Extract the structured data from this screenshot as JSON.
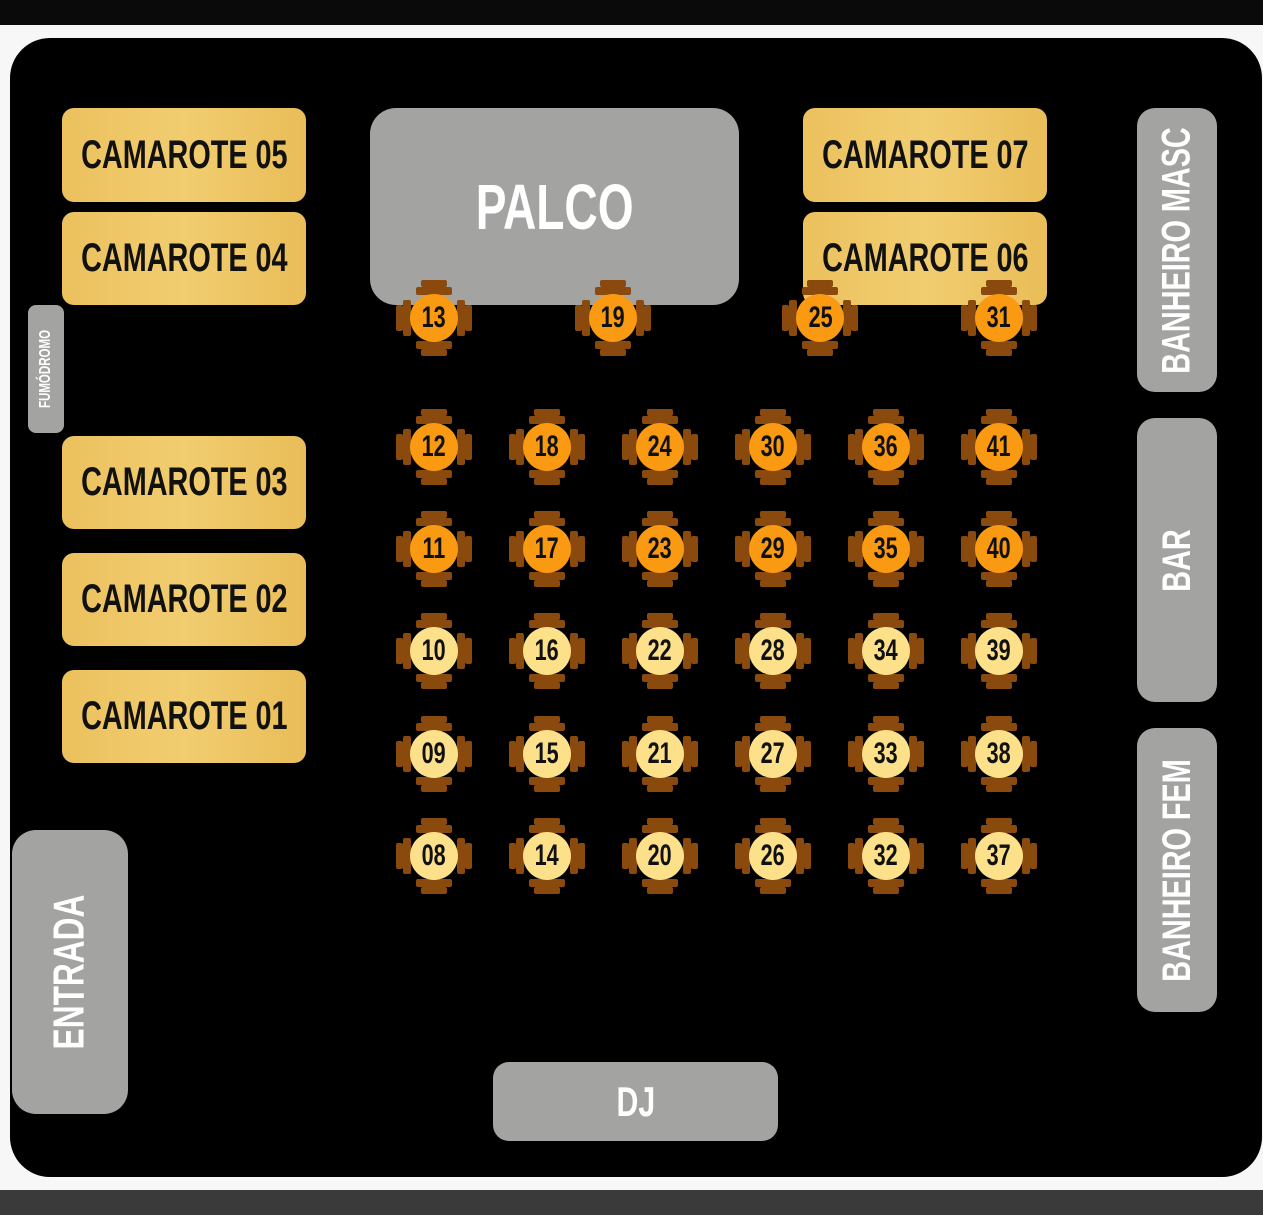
{
  "areas": {
    "camarote_05": "CAMAROTE 05",
    "camarote_04": "CAMAROTE 04",
    "camarote_03": "CAMAROTE 03",
    "camarote_02": "CAMAROTE 02",
    "camarote_01": "CAMAROTE 01",
    "camarote_07": "CAMAROTE 07",
    "camarote_06": "CAMAROTE 06",
    "palco": "PALCO",
    "fumodromo": "FUMÓDROMO",
    "entrada": "ENTRADA",
    "dj": "DJ",
    "banheiro_masc": "BANHEIRO MASC",
    "bar": "BAR",
    "banheiro_fem": "BANHEIRO FEM"
  },
  "colors": {
    "orange": "#f99a12",
    "pale": "#fde08a",
    "chair": "#8a4a0e"
  },
  "tables": [
    {
      "num": "13",
      "color": "orange",
      "col": 0,
      "row": 0
    },
    {
      "num": "19",
      "color": "orange",
      "col": 1.58,
      "row": 0
    },
    {
      "num": "25",
      "color": "orange",
      "col": 3.42,
      "row": 0
    },
    {
      "num": "31",
      "color": "orange",
      "col": 5,
      "row": 0
    },
    {
      "num": "12",
      "color": "orange",
      "col": 0,
      "row": 1
    },
    {
      "num": "18",
      "color": "orange",
      "col": 1,
      "row": 1
    },
    {
      "num": "24",
      "color": "orange",
      "col": 2,
      "row": 1
    },
    {
      "num": "30",
      "color": "orange",
      "col": 3,
      "row": 1
    },
    {
      "num": "36",
      "color": "orange",
      "col": 4,
      "row": 1
    },
    {
      "num": "41",
      "color": "orange",
      "col": 5,
      "row": 1
    },
    {
      "num": "11",
      "color": "orange",
      "col": 0,
      "row": 2
    },
    {
      "num": "17",
      "color": "orange",
      "col": 1,
      "row": 2
    },
    {
      "num": "23",
      "color": "orange",
      "col": 2,
      "row": 2
    },
    {
      "num": "29",
      "color": "orange",
      "col": 3,
      "row": 2
    },
    {
      "num": "35",
      "color": "orange",
      "col": 4,
      "row": 2
    },
    {
      "num": "40",
      "color": "orange",
      "col": 5,
      "row": 2
    },
    {
      "num": "10",
      "color": "pale",
      "col": 0,
      "row": 3
    },
    {
      "num": "16",
      "color": "pale",
      "col": 1,
      "row": 3
    },
    {
      "num": "22",
      "color": "pale",
      "col": 2,
      "row": 3
    },
    {
      "num": "28",
      "color": "pale",
      "col": 3,
      "row": 3
    },
    {
      "num": "34",
      "color": "pale",
      "col": 4,
      "row": 3
    },
    {
      "num": "39",
      "color": "pale",
      "col": 5,
      "row": 3
    },
    {
      "num": "09",
      "color": "pale",
      "col": 0,
      "row": 4
    },
    {
      "num": "15",
      "color": "pale",
      "col": 1,
      "row": 4
    },
    {
      "num": "21",
      "color": "pale",
      "col": 2,
      "row": 4
    },
    {
      "num": "27",
      "color": "pale",
      "col": 3,
      "row": 4
    },
    {
      "num": "33",
      "color": "pale",
      "col": 4,
      "row": 4
    },
    {
      "num": "38",
      "color": "pale",
      "col": 5,
      "row": 4
    },
    {
      "num": "08",
      "color": "pale",
      "col": 0,
      "row": 5
    },
    {
      "num": "14",
      "color": "pale",
      "col": 1,
      "row": 5
    },
    {
      "num": "20",
      "color": "pale",
      "col": 2,
      "row": 5
    },
    {
      "num": "26",
      "color": "pale",
      "col": 3,
      "row": 5
    },
    {
      "num": "32",
      "color": "pale",
      "col": 4,
      "row": 5
    },
    {
      "num": "37",
      "color": "pale",
      "col": 5,
      "row": 5
    }
  ]
}
